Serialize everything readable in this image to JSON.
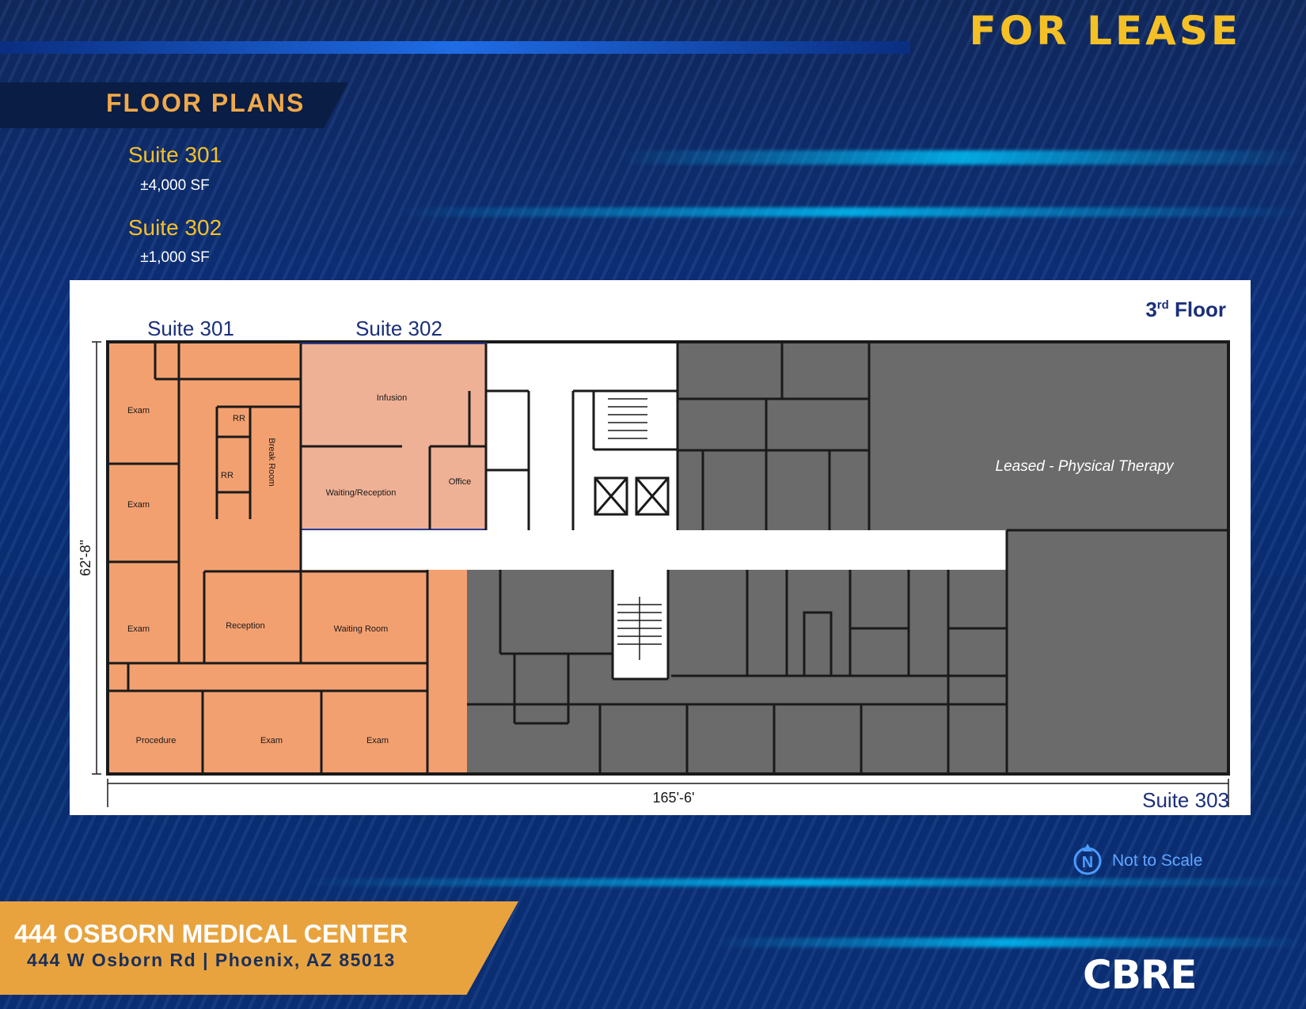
{
  "header": {
    "for_lease": "FOR LEASE",
    "section_title": "FLOOR PLANS"
  },
  "suites": [
    {
      "name": "Suite 301",
      "size": "±4,000 SF"
    },
    {
      "name": "Suite 302",
      "size": "±1,000 SF"
    }
  ],
  "plan": {
    "floor_label_main": "3",
    "floor_label_sup": "rd",
    "floor_label_rest": " Floor",
    "suite_301_label": "Suite 301",
    "suite_302_label": "Suite 302",
    "suite_303_label": "Suite 303",
    "height_dim": "62'-8\"",
    "width_dim": "165'-6'",
    "leased_label": "Leased - Physical Therapy",
    "rooms": {
      "exam_1": "Exam",
      "exam_2": "Exam",
      "exam_3": "Exam",
      "rr_1": "RR",
      "rr_2": "RR",
      "break_room": "Break Room",
      "reception": "Reception",
      "infusion": "Infusion",
      "waiting_reception": "Waiting/Reception",
      "office": "Office",
      "waiting_room": "Waiting Room",
      "procedure": "Procedure",
      "exam_4": "Exam",
      "exam_5": "Exam"
    },
    "colors": {
      "suite_301": "#f3a070",
      "suite_302": "#efb196",
      "leased": "#6b6b6b",
      "wall": "#1a1a1a",
      "suite_label": "#1b2f7a"
    }
  },
  "north": {
    "letter": "N",
    "scale_text": "Not to Scale"
  },
  "footer": {
    "building_name": "444 OSBORN MEDICAL CENTER",
    "address": "444 W Osborn Rd | Phoenix, AZ 85013",
    "brand": "CBRE"
  }
}
